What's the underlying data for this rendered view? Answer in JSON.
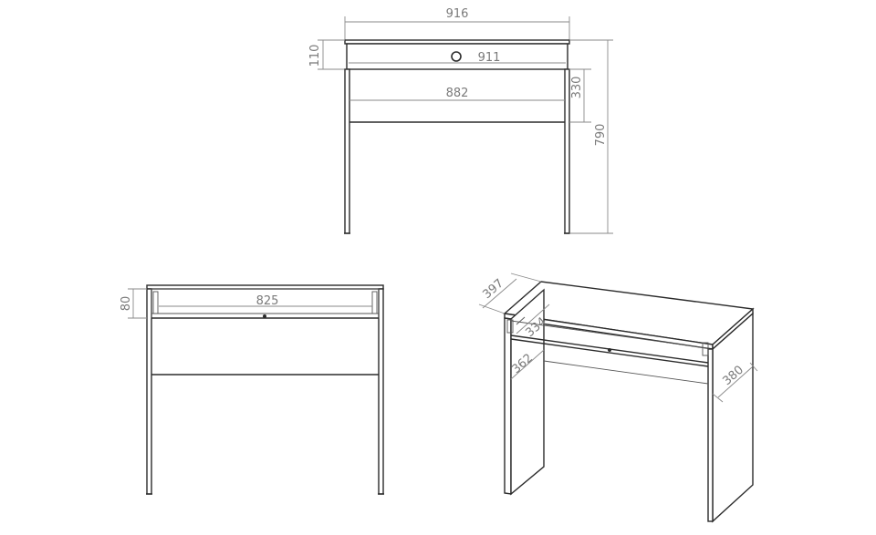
{
  "front_view": {
    "width_total": "916",
    "drawer_height": "110",
    "drawer_width": "911",
    "inner_width": "882",
    "rail_height": "330",
    "total_height": "790"
  },
  "section_view": {
    "drawer_height": "80",
    "drawer_inner_width": "825"
  },
  "iso_view": {
    "depth_top": "397",
    "drawer_depth": "334",
    "leg_depth": "362",
    "side_depth": "380"
  }
}
